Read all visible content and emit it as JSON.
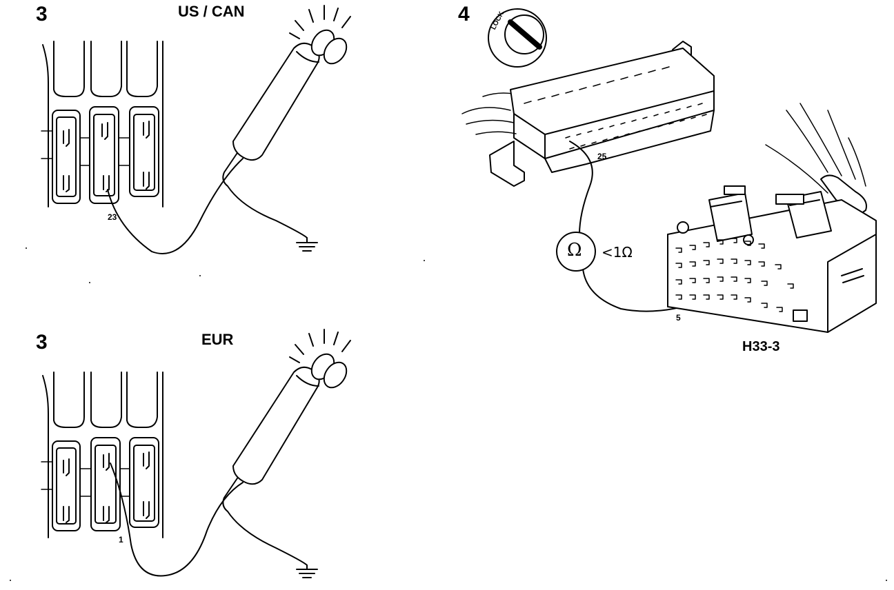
{
  "panels": {
    "top_left": {
      "step": "3",
      "region": "US / CAN",
      "pin": "23"
    },
    "bottom_left": {
      "step": "3",
      "region": "EUR",
      "pin": "1"
    },
    "right": {
      "step": "4",
      "lock_text": "LOCK",
      "pin_top": "25",
      "pin_bottom": "5",
      "meter_symbol": "Ω",
      "reading": "<1Ω",
      "connector": "H33-3"
    }
  }
}
